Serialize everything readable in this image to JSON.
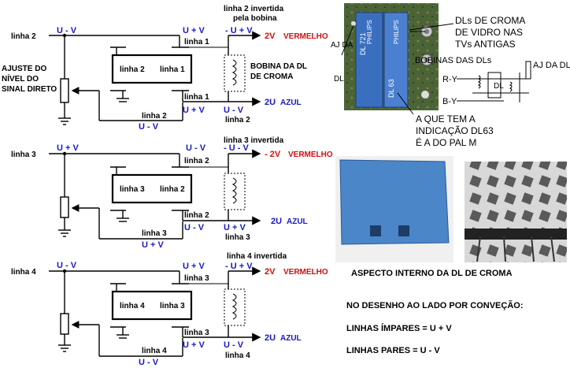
{
  "circuit1": {
    "input_line": "linha 2",
    "input_signal": "U - V",
    "adjust_label_lines": [
      "AJUSTE DO",
      "NÍVEL DO",
      "SINAL DIRETO"
    ],
    "delay_in": "linha 2",
    "delay_out": "linha 1",
    "top_line_label": "linha 1",
    "top_uv": "U + V",
    "top_uv2": "- U + V",
    "inverted_note_lines": [
      "linha 2 invertida",
      "pela bobina"
    ],
    "red_out": "2V",
    "red_word": "VERMELHO",
    "coil_label_lines": [
      "BOBINA DA DL",
      "DE CROMA"
    ],
    "bottom_line_label": "linha 1",
    "bottom_uv": "U + V",
    "bottom_uv2": "U - V",
    "bottom_line2": "linha 2",
    "blue_out": "2U",
    "blue_word": "AZUL",
    "feedback_line": "linha 2",
    "feedback_uv": "U - V"
  },
  "circuit2": {
    "input_line": "linha 3",
    "input_signal": "U + V",
    "delay_in": "linha 3",
    "delay_out": "linha 2",
    "top_line_label": "linha 2",
    "top_uv": "U - V",
    "top_uv2": "- U - V",
    "inverted_note": "linha 3 invertida",
    "red_out": "- 2V",
    "red_word": "VERMELHO",
    "bottom_line_label": "linha 2",
    "bottom_uv": "U - V",
    "bottom_uv2": "U + V",
    "bottom_line2": "linha 3",
    "blue_out": "2U",
    "blue_word": "AZUL",
    "feedback_line": "linha 3",
    "feedback_uv": "U + V"
  },
  "circuit3": {
    "input_line": "linha 4",
    "input_signal": "U - V",
    "delay_in": "linha 4",
    "delay_out": "linha 3",
    "top_line_label": "linha 3",
    "top_uv": "U + V",
    "top_uv2": "- U + V",
    "inverted_note": "linha 4 invertida",
    "red_out": "2V",
    "red_word": "VERMELHO",
    "bottom_line_label": "linha 3",
    "bottom_uv": "U + V",
    "bottom_uv2": "U - V",
    "bottom_line2": "linha 4",
    "blue_out": "2U",
    "blue_word": "AZUL",
    "feedback_line": "linha 4",
    "feedback_uv": "U - V"
  },
  "photo_top": {
    "dl_text_lines": [
      "DLs DE CROMA",
      "DE VIDRO NAS",
      "TVs ANTIGAS"
    ],
    "bobinas": "BOBINAS DAS DLs",
    "aj_left_lines": [
      "AJ DA",
      "DL"
    ],
    "aj_right": "AJ DA DL",
    "ry": "R-Y",
    "by": "B-Y",
    "dl_mark": "DL",
    "chip_left": "DL 721",
    "chip_right": "DL 63",
    "dl63_note_lines": [
      "A QUE TEM A",
      "INDICAÇÃO DL63",
      "É A DO PAL M"
    ],
    "brand": "PHILIPS"
  },
  "photo_bottom": {
    "caption": "ASPECTO INTERNO DA DL DE CROMA"
  },
  "notes": {
    "line1": "NO DESENHO AO LADO POR CONVEÇÃO:",
    "line2": "LINHAS ÍMPARES = U + V",
    "line3": "LINHAS PARES = U - V"
  },
  "colors": {
    "red": "#d01010",
    "blue": "#1818c8",
    "board_green": "#3e5a2c",
    "dl_blue": "#3a6fc0",
    "photo_blue": "#4a86c8"
  }
}
